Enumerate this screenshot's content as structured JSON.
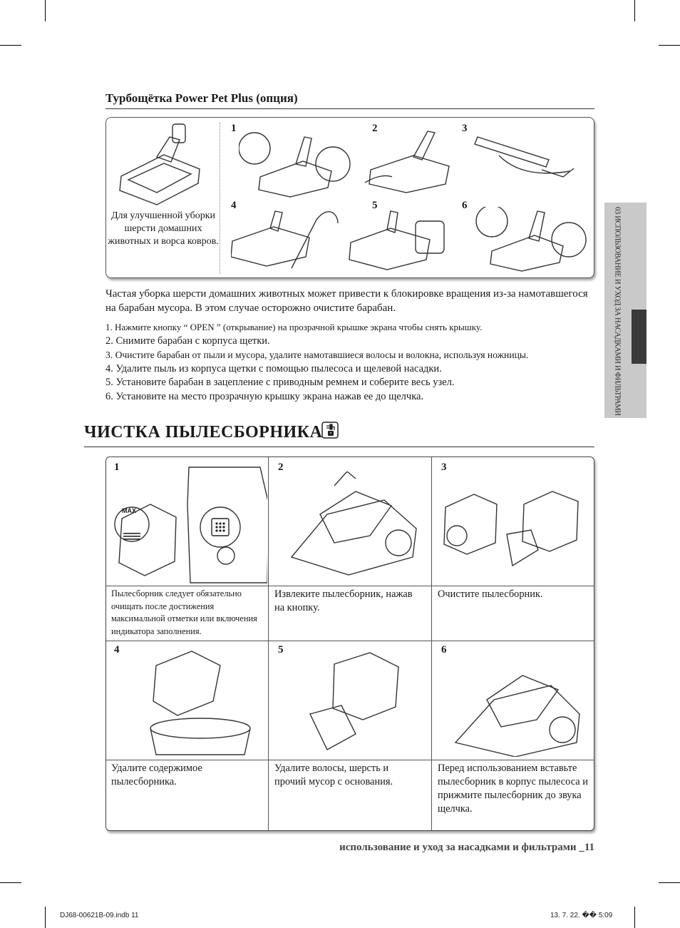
{
  "section_power_pet": {
    "title": "Турбощётка Power Pet Plus (опция)",
    "caption": "Для улучшенной уборки шерсти домашних животных и ворса ковров.",
    "steps_numbers": [
      "1",
      "2",
      "3",
      "4",
      "5",
      "6"
    ],
    "paragraph": "Частая уборка шерсти домашних животных может привести к блокировке вращения из-за намотавшегося на барабан мусора. В этом случае осторожно очистите барабан.",
    "instructions": [
      "1. Нажмите кнопку “ OPEN ” (открывание) на прозрачной крышке экрана чтобы снять крышку.",
      "2. Снимите барабан с корпуса щетки.",
      "3. Очистите барабан от пыли и мусора, удалите намотавшиеся волосы и волокна, используя ножницы.",
      "4. Удалите пыль из корпуса щетки с помощью пылесоса и щелевой насадки.",
      "5. Установите барабан в зацепление с приводным ремнем и соберите весь узел.",
      "6. Установите на место прозрачную крышку экрана нажав ее до щелчка."
    ]
  },
  "side_tab": {
    "text": "03 ИСПОЛЬЗОВАНИЕ И УХОД ЗА НАСАДКАМИ И ФИЛЬТРАМИ"
  },
  "section_bin": {
    "title": "ЧИСТКА ПЫЛЕСБОРНИКА",
    "icon": "plug-unplug-icon",
    "max_label": "MAX",
    "cells": [
      {
        "num": "1",
        "text": "Пылесборник следует обязательно очищать после достижения максимальной отметки или включения индикатора заполнения."
      },
      {
        "num": "2",
        "text": "Извлеките пылесборник, нажав на кнопку."
      },
      {
        "num": "3",
        "text": "Очистите пылесборник."
      },
      {
        "num": "4",
        "text": "Удалите содержимое пылесборника."
      },
      {
        "num": "5",
        "text": "Удалите волосы, шерсть и прочий мусор с основания."
      },
      {
        "num": "6",
        "text": "Перед использованием вставьте пылесборник в корпус пылесоса и прижмите пылесборник до звука щелчка."
      }
    ]
  },
  "footer": {
    "text": "использование и уход за насадками и фильтрами _11",
    "slug_left": "DJ68-00621B-09.indb   11",
    "slug_right": "13. 7. 22.   �� 5:09"
  }
}
